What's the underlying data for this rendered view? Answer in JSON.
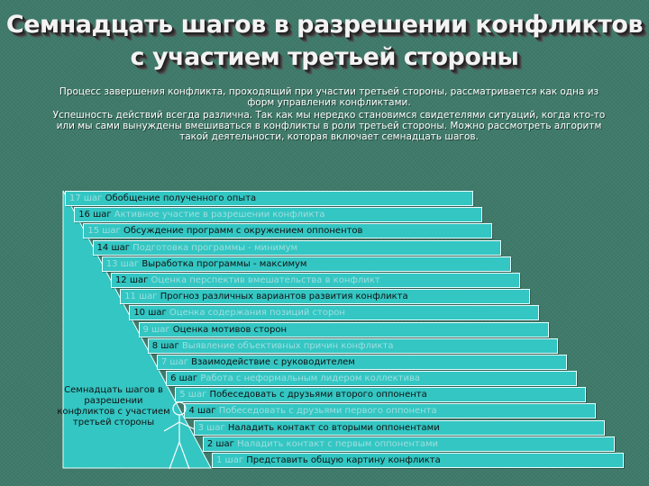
{
  "title": {
    "line1": "Семнадцать шагов в разрешении конфликтов",
    "line2": "с участием третьей стороны"
  },
  "intro": {
    "p1": "Процесс завершения конфликта, проходящий при участии третьей стороны, рассматривается как одна из форм управления конфликтами.",
    "p2": "Успешность действий      всегда различна. Так как мы нередко становимся свидетелями ситуаций, когда кто-то или мы сами вынуждены вмешиваться в конфликты в роли третьей стороны. Можно рассмотреть алгоритм такой    деятельности, которая включает семнадцать шагов."
  },
  "colors": {
    "background": "#3f7a6a",
    "step_fill": "#33c6c3",
    "step_border": "#e6ffff",
    "text_dark": "#111111",
    "text_muted": "#9fdede"
  },
  "steps": [
    {
      "num": "17 шаг",
      "text": "Обобщение полученного опыта",
      "num_muted": true,
      "text_muted": false
    },
    {
      "num": "16 шаг",
      "text": "Активное участие в разрешении конфликта",
      "num_muted": false,
      "text_muted": true
    },
    {
      "num": "15 шаг",
      "text": "Обсуждение программ с окружением оппонентов",
      "num_muted": true,
      "text_muted": false
    },
    {
      "num": "14 шаг",
      "text": "Подготовка  программы - минимум",
      "num_muted": false,
      "text_muted": true
    },
    {
      "num": "13 шаг",
      "text": "Выработка программы - максимум",
      "num_muted": true,
      "text_muted": false
    },
    {
      "num": "12 шаг",
      "text": "Оценка перспектив вмешательства в конфликт",
      "num_muted": false,
      "text_muted": true
    },
    {
      "num": "11 шаг",
      "text": "Прогноз различных вариантов развития конфликта",
      "num_muted": true,
      "text_muted": false
    },
    {
      "num": "10 шаг",
      "text": "Оценка содержания позиций сторон",
      "num_muted": false,
      "text_muted": true
    },
    {
      "num": "9 шаг",
      "text": "Оценка мотивов сторон",
      "num_muted": true,
      "text_muted": false
    },
    {
      "num": "8 шаг",
      "text": "Выявление объективных причин конфликта",
      "num_muted": false,
      "text_muted": true
    },
    {
      "num": "7 шаг",
      "text": "Взаимодействие с руководителем",
      "num_muted": true,
      "text_muted": false
    },
    {
      "num": "6 шаг",
      "text": "Работа с неформальным лидером коллектива",
      "num_muted": false,
      "text_muted": true
    },
    {
      "num": "5 шаг",
      "text": "Побеседовать с друзьями второго оппонента",
      "num_muted": true,
      "text_muted": false
    },
    {
      "num": "4 шаг",
      "text": "Побеседовать с друзьями первого оппонента",
      "num_muted": false,
      "text_muted": true
    },
    {
      "num": "3 шаг",
      "text": "Наладить контакт со  вторыми оппонентами",
      "num_muted": true,
      "text_muted": false
    },
    {
      "num": "2 шаг",
      "text": "Наладить контакт с первым оппонентами",
      "num_muted": false,
      "text_muted": true
    },
    {
      "num": "1 шаг",
      "text": "Представить общую картину конфликта",
      "num_muted": true,
      "text_muted": false
    }
  ],
  "caption": "Семнадцать шагов в разрешении конфликтов с участием третьей стороны",
  "icons": {
    "figure": "stick-figure-icon"
  }
}
